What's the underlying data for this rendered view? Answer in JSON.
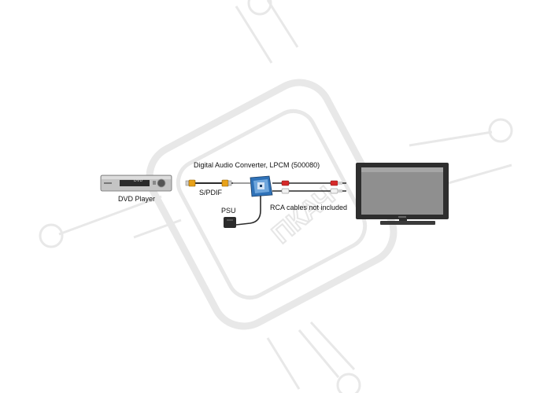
{
  "diagram": {
    "title": "Digital Audio Converter, LPCM (500080)",
    "spdif_label": "S/PDIF",
    "dvd_label": "DVD Player",
    "dvd_display_text": "DVD",
    "psu_label": "PSU",
    "rca_note": "RCA cables not included"
  },
  "colors": {
    "watermark": "#e9e9e9",
    "cable_yellow": "#e8a21a",
    "cable_red": "#d62a2a",
    "cable_white": "#f2f2f2",
    "cable_dark": "#3a3a3a",
    "tv_frame": "#2e2e2e",
    "tv_screen": "#8f8f8f",
    "dvd_body": "#bdbdbd",
    "converter_blue": "#2f72b8"
  },
  "icons": [
    "dvd-player-icon",
    "converter-box-icon",
    "psu-adapter-icon",
    "television-icon"
  ]
}
